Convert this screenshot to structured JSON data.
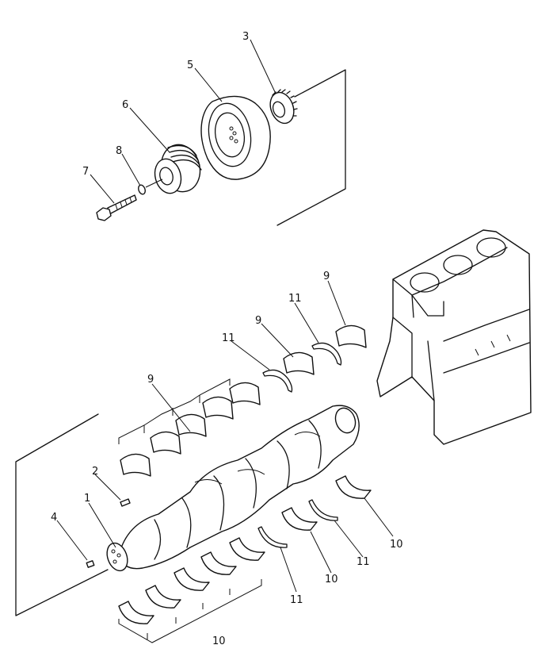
{
  "callouts": [
    {
      "id": "c3",
      "text": "3"
    },
    {
      "id": "c5",
      "text": "5"
    },
    {
      "id": "c6",
      "text": "6"
    },
    {
      "id": "c8",
      "text": "8"
    },
    {
      "id": "c7",
      "text": "7"
    },
    {
      "id": "c9a",
      "text": "9"
    },
    {
      "id": "c11a",
      "text": "11"
    },
    {
      "id": "c9b",
      "text": "9"
    },
    {
      "id": "c11b",
      "text": "11"
    },
    {
      "id": "c9c",
      "text": "9"
    },
    {
      "id": "c2",
      "text": "2"
    },
    {
      "id": "c1",
      "text": "1"
    },
    {
      "id": "c4",
      "text": "4"
    },
    {
      "id": "c10a",
      "text": "10"
    },
    {
      "id": "c11c",
      "text": "11"
    },
    {
      "id": "c10b",
      "text": "10"
    },
    {
      "id": "c11d",
      "text": "11"
    },
    {
      "id": "c10c",
      "text": "10"
    }
  ]
}
